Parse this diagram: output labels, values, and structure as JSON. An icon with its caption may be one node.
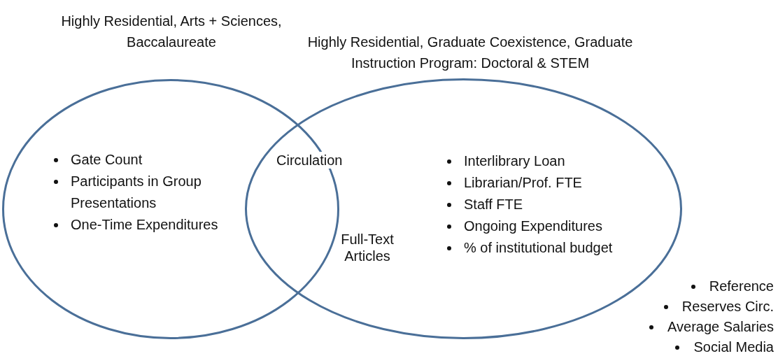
{
  "diagram": {
    "nodes": [
      {
        "text": [
          "Highly Residential, Arts + Sciences, Baccalaureate",
          "Gate Count",
          "Participants in Group Presentations",
          "One-Time Expenditures"
        ]
      },
      {
        "text": [
          "Highly Residential, Graduate Coexistence, Graduate Instruction Program: Doctoral & STEM",
          "Interlibrary Loan",
          "Librarian/Prof. FTE",
          "Staff FTE",
          "Ongoing Expenditures",
          "% of institutional budget"
        ]
      }
    ],
    "edges": [],
    "labels": [
      "Circulation",
      "Full-Text Articles",
      "Reference",
      "Reserves Circ.",
      "Average Salaries",
      "Social Media"
    ]
  }
}
